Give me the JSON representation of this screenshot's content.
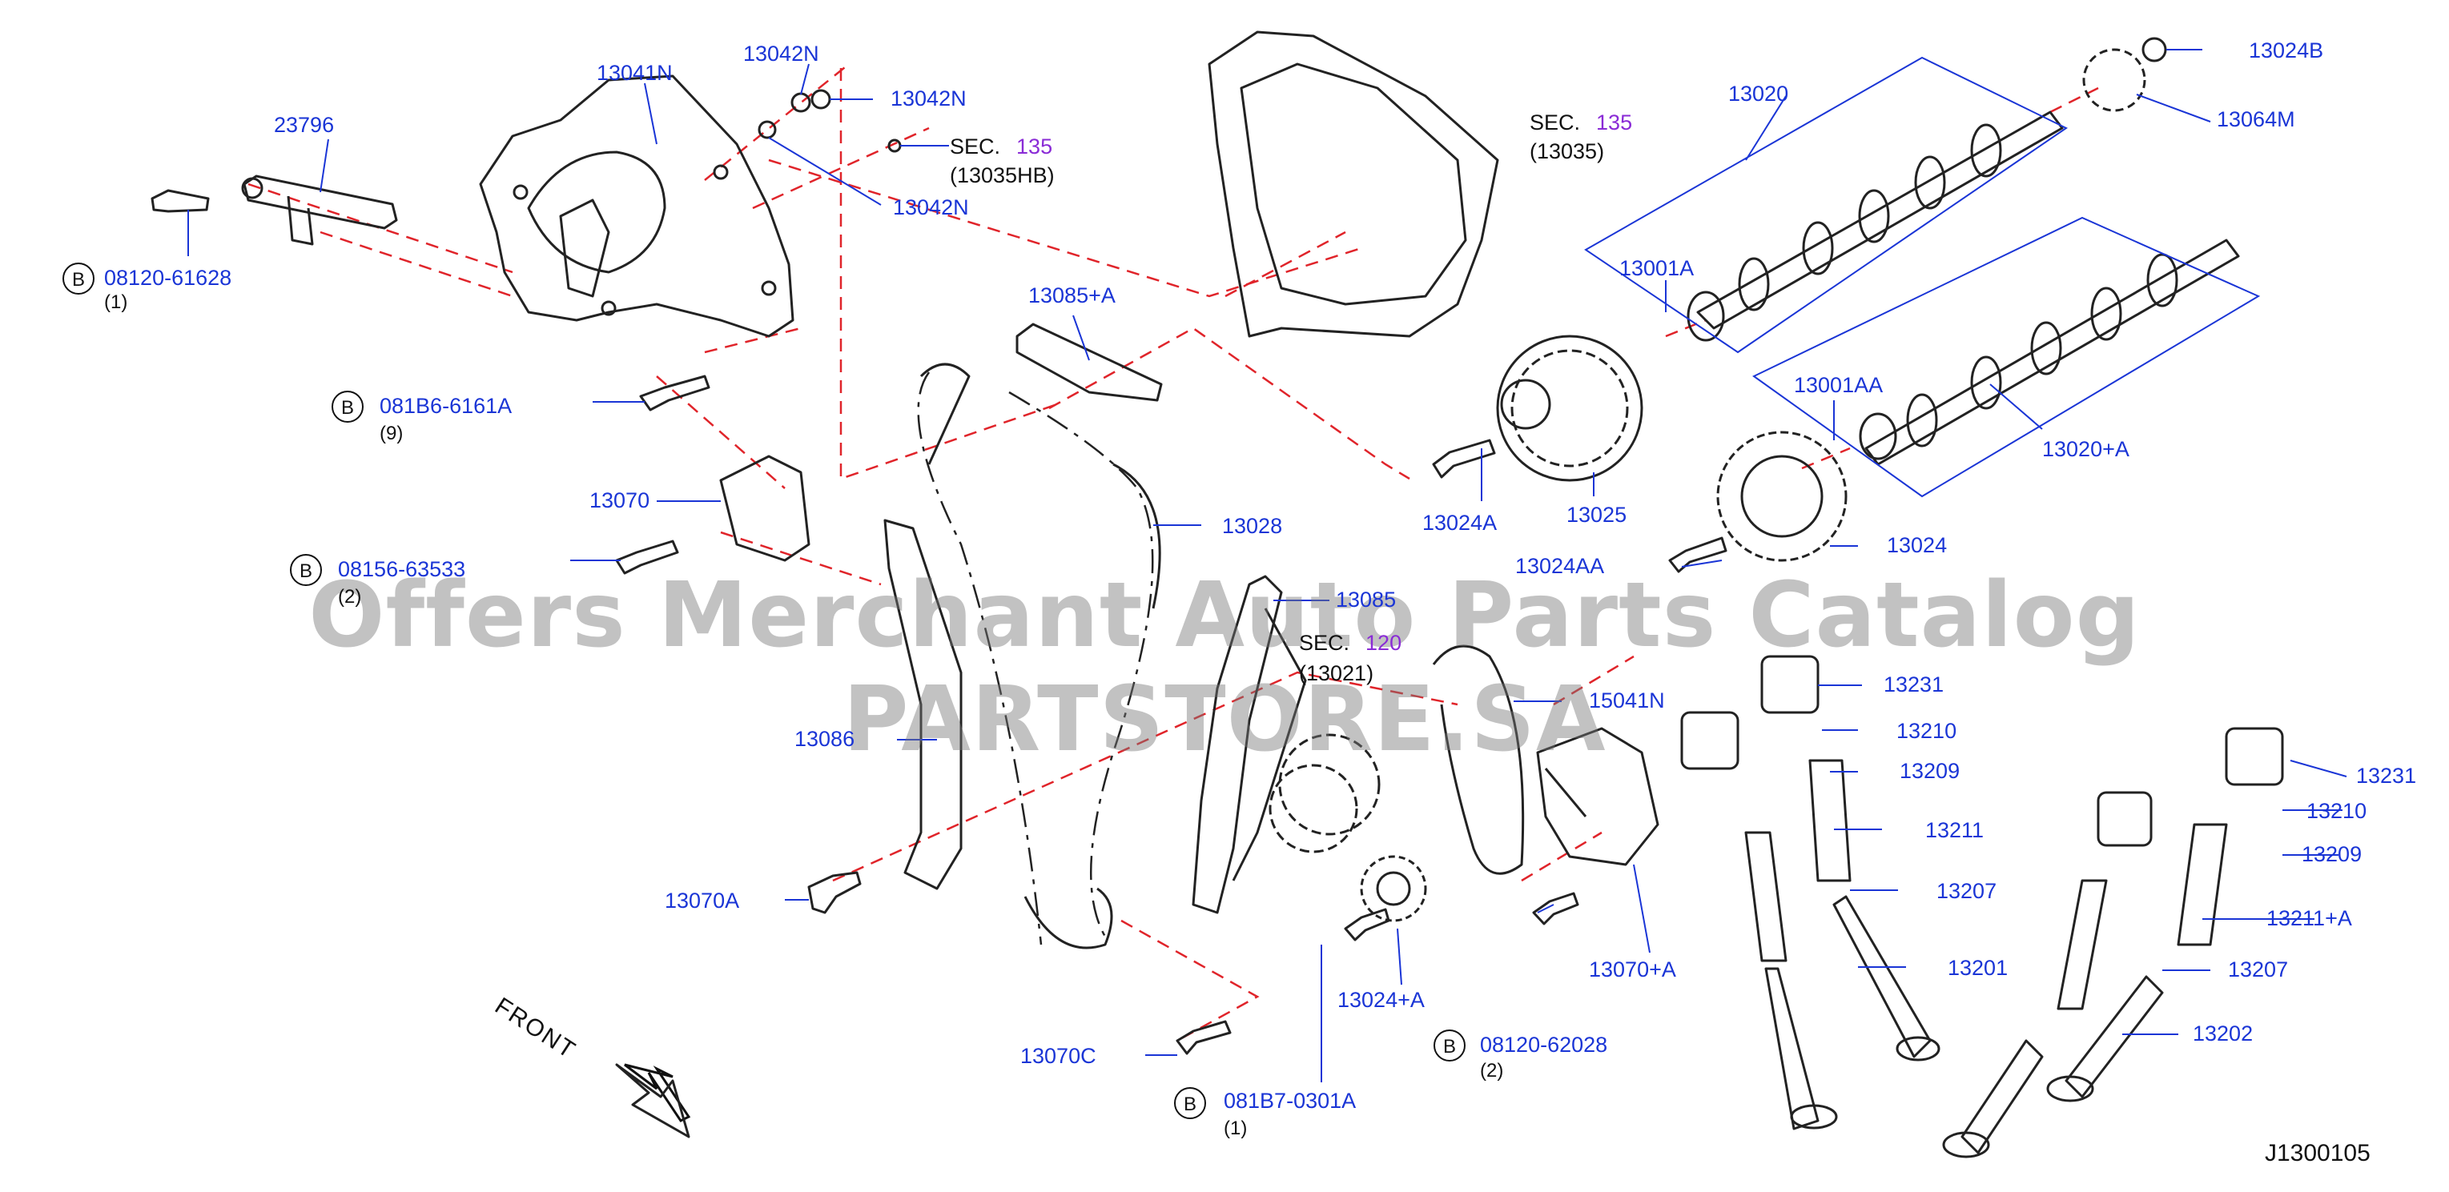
{
  "watermark": "Offers Merchant Auto Parts Catalog PARTSTORE.SA",
  "diagram_code": "J1300105",
  "front_label": "FRONT",
  "bolt_marker": "B",
  "callouts": {
    "p13041N": "13041N",
    "p13042N_a": "13042N",
    "p13042N_b": "13042N",
    "p13042N_c": "13042N",
    "p23796": "23796",
    "p13020": "13020",
    "p13024B": "13024B",
    "p13064M": "13064M",
    "p13001A": "13001A",
    "p13001AA": "13001AA",
    "p13020A": "13020+A",
    "p13085A": "13085+A",
    "p13070": "13070",
    "p13028": "13028",
    "p13024A": "13024A",
    "p13025": "13025",
    "p13024AA": "13024AA",
    "p13024": "13024",
    "p13085": "13085",
    "p15041N": "15041N",
    "p13086": "13086",
    "p13070A": "13070A",
    "p13231a": "13231",
    "p13210a": "13210",
    "p13209a": "13209",
    "p13211": "13211",
    "p13207a": "13207",
    "p13201": "13201",
    "p13231b": "13231",
    "p13210b": "13210",
    "p13209b": "13209",
    "p13211A": "13211+A",
    "p13207b": "13207",
    "p13202": "13202",
    "p13070Aplus": "13070+A",
    "p13024Aplus": "13024+A",
    "p13070C": "13070C"
  },
  "bolts": {
    "b1": {
      "part": "08120-61628",
      "qty": "(1)"
    },
    "b2": {
      "part": "081B6-6161A",
      "qty": "(9)"
    },
    "b3": {
      "part": "08156-63533",
      "qty": "(2)"
    },
    "b4": {
      "part": "08120-62028",
      "qty": "(2)"
    },
    "b5": {
      "part": "081B7-0301A",
      "qty": "(1)"
    }
  },
  "sections": {
    "s1": {
      "label": "SEC.",
      "page": "135",
      "ref": "(13035HB)"
    },
    "s2": {
      "label": "SEC.",
      "page": "135",
      "ref": "(13035)"
    },
    "s3": {
      "label": "SEC.",
      "page": "120",
      "ref": "(13021)"
    }
  }
}
